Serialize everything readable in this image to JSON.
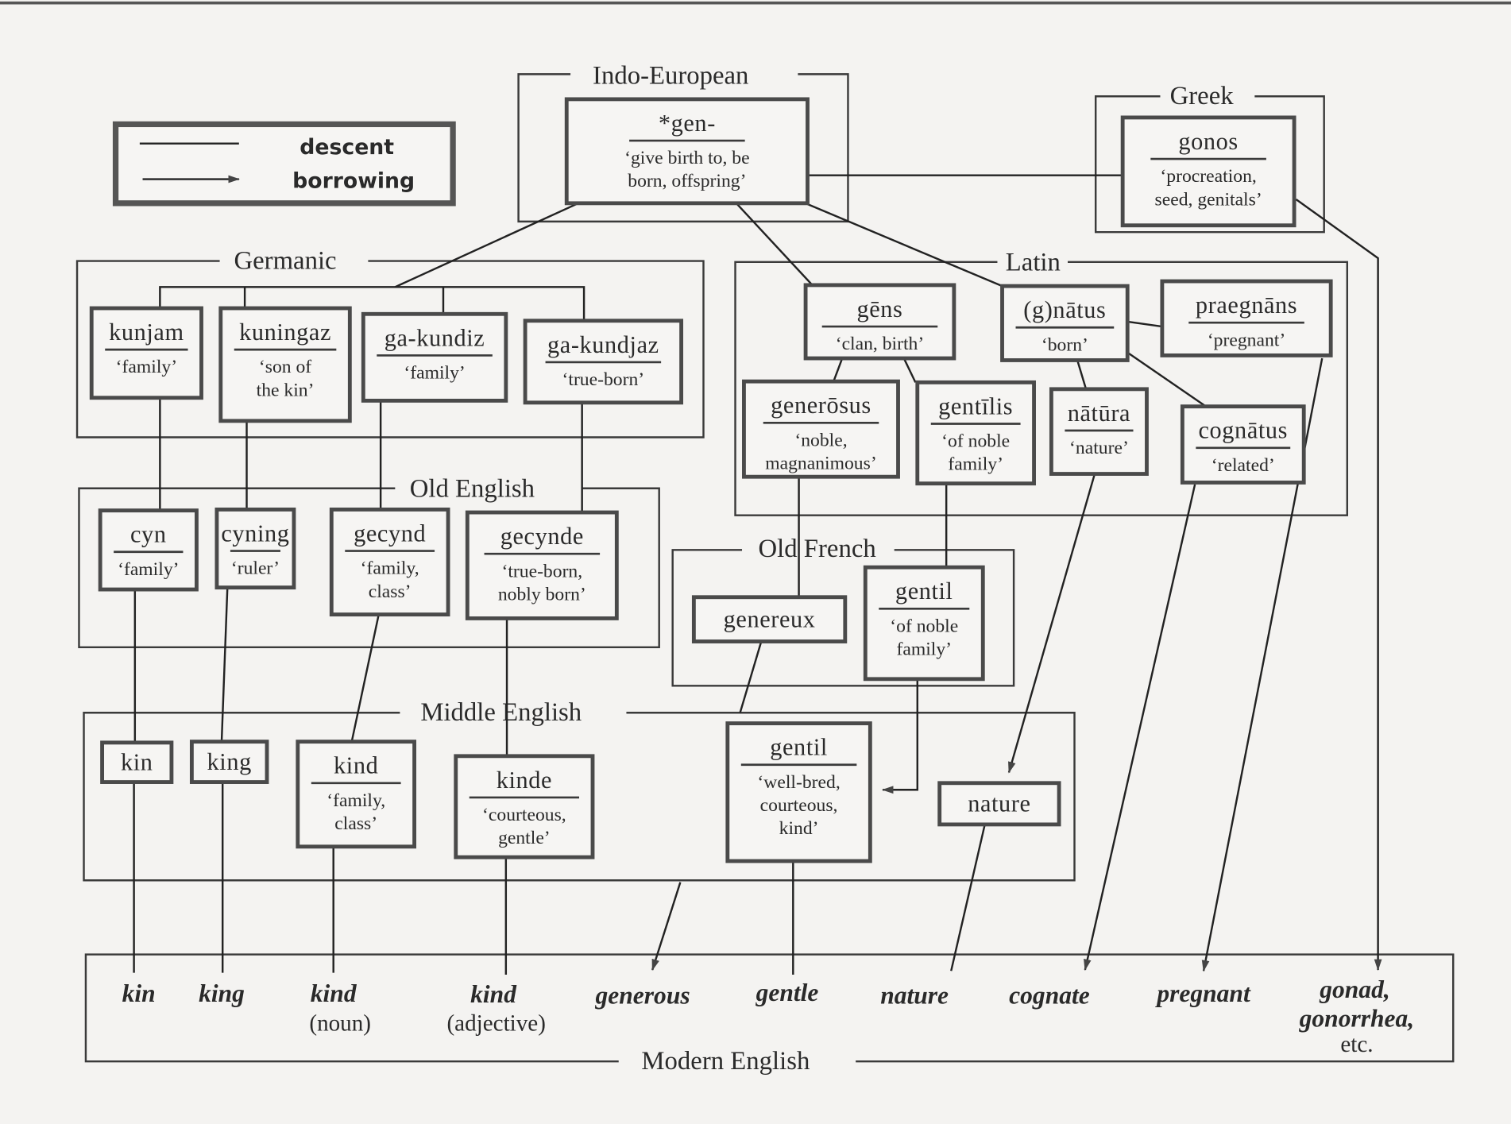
{
  "legend": {
    "descent_label": "descent",
    "borrowing_label": "borrowing"
  },
  "groups": {
    "indo_european": "Indo-European",
    "greek": "Greek",
    "germanic": "Germanic",
    "latin": "Latin",
    "old_english": "Old English",
    "old_french": "Old French",
    "middle_english": "Middle English",
    "modern_english": "Modern English"
  },
  "words": {
    "gen": {
      "word": "*gen-",
      "gloss": [
        "‘give birth to, be",
        "born, offspring’"
      ]
    },
    "gonos": {
      "word": "gonos",
      "gloss": [
        "‘procreation,",
        "seed, genitals’"
      ]
    },
    "kunjam": {
      "word": "kunjam",
      "gloss": [
        "‘family’"
      ]
    },
    "kuningaz": {
      "word": "kuningaz",
      "gloss": [
        "‘son of",
        "the kin’"
      ]
    },
    "gakundiz": {
      "word": "ga-kundiz",
      "gloss": [
        "‘family’"
      ]
    },
    "gakundjaz": {
      "word": "ga-kundjaz",
      "gloss": [
        "‘true-born’"
      ]
    },
    "gens": {
      "word": "gēns",
      "gloss": [
        "‘clan, birth’"
      ]
    },
    "gnatus": {
      "word": "(g)nātus",
      "gloss": [
        "‘born’"
      ]
    },
    "praegnans": {
      "word": "praegnāns",
      "gloss": [
        "‘pregnant’"
      ]
    },
    "generosus": {
      "word": "generōsus",
      "gloss": [
        "‘noble,",
        "magnanimous’"
      ]
    },
    "gentilis": {
      "word": "gentīlis",
      "gloss": [
        "‘of noble",
        "family’"
      ]
    },
    "natura": {
      "word": "nātūra",
      "gloss": [
        "‘nature’"
      ]
    },
    "cognatus": {
      "word": "cognātus",
      "gloss": [
        "‘related’"
      ]
    },
    "cyn": {
      "word": "cyn",
      "gloss": [
        "‘family’"
      ]
    },
    "cyning": {
      "word": "cyning",
      "gloss": [
        "‘ruler’"
      ]
    },
    "gecynd": {
      "word": "gecynd",
      "gloss": [
        "‘family,",
        "class’"
      ]
    },
    "gecynde": {
      "word": "gecynde",
      "gloss": [
        "‘true-born,",
        "nobly born’"
      ]
    },
    "genereux": {
      "word": "genereux",
      "gloss": []
    },
    "gentil_of": {
      "word": "gentil",
      "gloss": [
        "‘of noble",
        "family’"
      ]
    },
    "kin": {
      "word": "kin",
      "gloss": []
    },
    "king": {
      "word": "king",
      "gloss": []
    },
    "kind_me": {
      "word": "kind",
      "gloss": [
        "‘family,",
        "class’"
      ]
    },
    "kinde": {
      "word": "kinde",
      "gloss": [
        "‘courteous,",
        "gentle’"
      ]
    },
    "gentil_me": {
      "word": "gentil",
      "gloss": [
        "‘well-bred,",
        "courteous,",
        "kind’"
      ]
    },
    "nature_me": {
      "word": "nature",
      "gloss": []
    }
  },
  "modern_english": [
    {
      "word": "kin",
      "note": ""
    },
    {
      "word": "king",
      "note": ""
    },
    {
      "word": "kind",
      "note": "(noun)"
    },
    {
      "word": "kind",
      "note": "(adjective)"
    },
    {
      "word": "generous",
      "note": ""
    },
    {
      "word": "gentle",
      "note": ""
    },
    {
      "word": "nature",
      "note": ""
    },
    {
      "word": "cognate",
      "note": ""
    },
    {
      "word": "pregnant",
      "note": ""
    },
    {
      "word": "gonad,",
      "note": ""
    },
    {
      "word": "gonorrhea,",
      "note": ""
    },
    {
      "word": "etc.",
      "note": ""
    }
  ]
}
